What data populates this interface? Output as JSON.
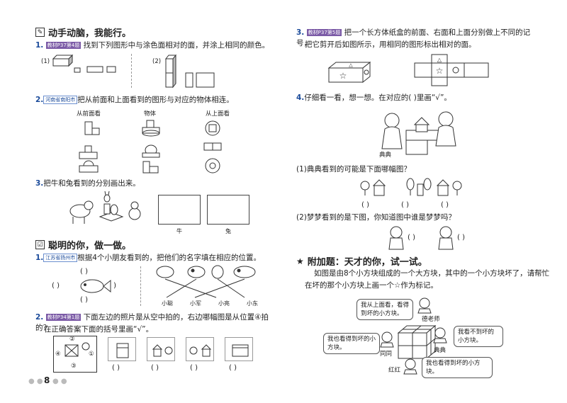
{
  "left": {
    "section1": {
      "icon": "✎",
      "title": "动手动脑，我能行。"
    },
    "q1": {
      "num": "1.",
      "tag": "教材P37第4题",
      "text": "找到下列图形中与涂色面相对的面，并涂上相同的颜色。",
      "p1": "(1)",
      "p2": "(2)"
    },
    "q2": {
      "num": "2.",
      "tag": "河南省南阳市",
      "text": "把从前面和上面看到的图形与对应的物体相连。",
      "col_front": "从前面看",
      "col_obj": "物体",
      "col_top": "从上面看"
    },
    "q3": {
      "num": "3.",
      "text": "把牛和兔看到的分别画出来。",
      "label_cow": "牛",
      "label_rabbit": "兔"
    },
    "section2": {
      "icon": "☑",
      "title": "聪明的你，做一做。"
    },
    "q4": {
      "num": "1.",
      "tag": "江苏省扬州市",
      "text": "根据4个小朋友看到的，把他们的名字填在相应的位置。",
      "paren": "(     )",
      "names": [
        "小聪",
        "小军",
        "小亮",
        "小东"
      ]
    },
    "q5": {
      "num": "2.",
      "tag": "教材P34第1题",
      "text1": "下面左边的照片是从空中拍的，右边哪幅图是从位置④拍的？",
      "text2": "在正确答案下面的括号里画“√”。",
      "paren": "(     )",
      "pos": [
        "①",
        "②",
        "③",
        "④"
      ]
    },
    "page_number": "8"
  },
  "right": {
    "q3": {
      "num": "3.",
      "tag": "教材P37第5题",
      "text1": "把一个长方体纸盒的前面、右面和上面分别做上不同的记号，",
      "text2": "把它剪开后如图所示，用相同的图形标出相对的面。"
    },
    "q4": {
      "num": "4.",
      "text": "仔细看一看，想一想。在对应的(     )里画“√”。",
      "dian": "典典",
      "sub1": "(1)典典看到的可能是下面哪幅图？",
      "sub2": "(2)梦梦看到的是下图，你知道图中谁是梦梦吗？",
      "paren": "(     )"
    },
    "extra": {
      "icon": "★",
      "title": "附加题：天才的你，试一试。",
      "text1": "如图是由8个小方块组成的一个大方块，其中的一个小方块坏了，请帮忙",
      "text2": "在坏的那个小方块上画一个☆作为标记。",
      "b1": "我从上面看，看得到坏的小方块。",
      "teacher": "德老师",
      "b2": "我也看得到坏的小方块。",
      "tongtong": "同同",
      "b3": "我看不到坏的小方块。",
      "dian": "典典",
      "b4": "我也看得到坏的小方块。",
      "honghong": "红红"
    }
  }
}
